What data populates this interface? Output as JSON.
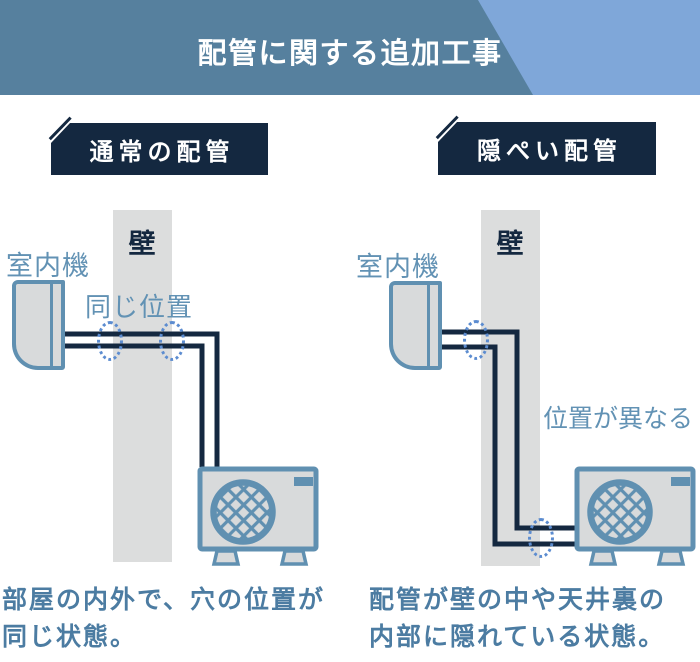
{
  "banner": {
    "title": "配管に関する追加工事"
  },
  "panels": {
    "left": {
      "tag": "通常の配管",
      "wall_label": "壁",
      "indoor_unit_label": "室内機",
      "annotation": "同じ位置",
      "caption_lines": [
        "部屋の内外で、穴の位置が",
        "同じ状態。"
      ]
    },
    "right": {
      "tag": "隠ぺい配管",
      "wall_label": "壁",
      "indoor_unit_label": "室内機",
      "annotation": "位置が異なる",
      "caption_lines": [
        "配管が壁の中や天井裏の",
        "内部に隠れている状態。"
      ]
    }
  },
  "colors": {
    "navy": "#142840",
    "banner_base": "#56809E",
    "banner_accent": "#7FA7D9",
    "steel": "#6090B1",
    "unit_fill": "#D8DADB",
    "wall_fill": "#DCDDDD",
    "dash_blue": "#5C8CD0",
    "label_blue": "#6292B4",
    "caption_blue": "#4C7CA2"
  }
}
